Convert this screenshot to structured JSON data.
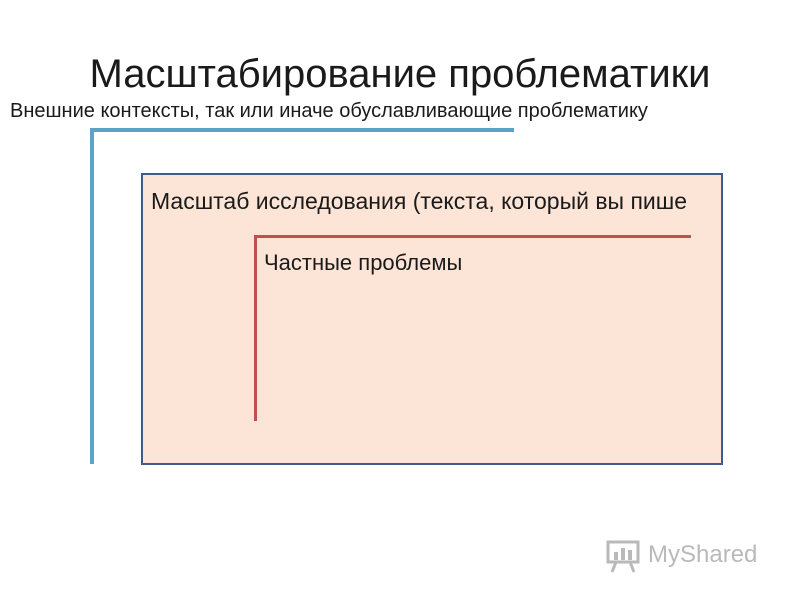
{
  "title": "Масштабирование проблематики",
  "subtitle": "Внешние контексты, так или иначе обуславливающие проблематику",
  "scope": {
    "label": "Масштаб исследования (текста, который вы пише"
  },
  "inner": {
    "label": "Частные проблемы"
  },
  "watermark": {
    "text": "MyShared",
    "icon": "presentation-board-icon"
  },
  "colors": {
    "outer_frame": "#5ba3c9",
    "scope_fill": "#fce4d6",
    "scope_border": "#3d5b8c",
    "inner_frame": "#c0504d"
  }
}
